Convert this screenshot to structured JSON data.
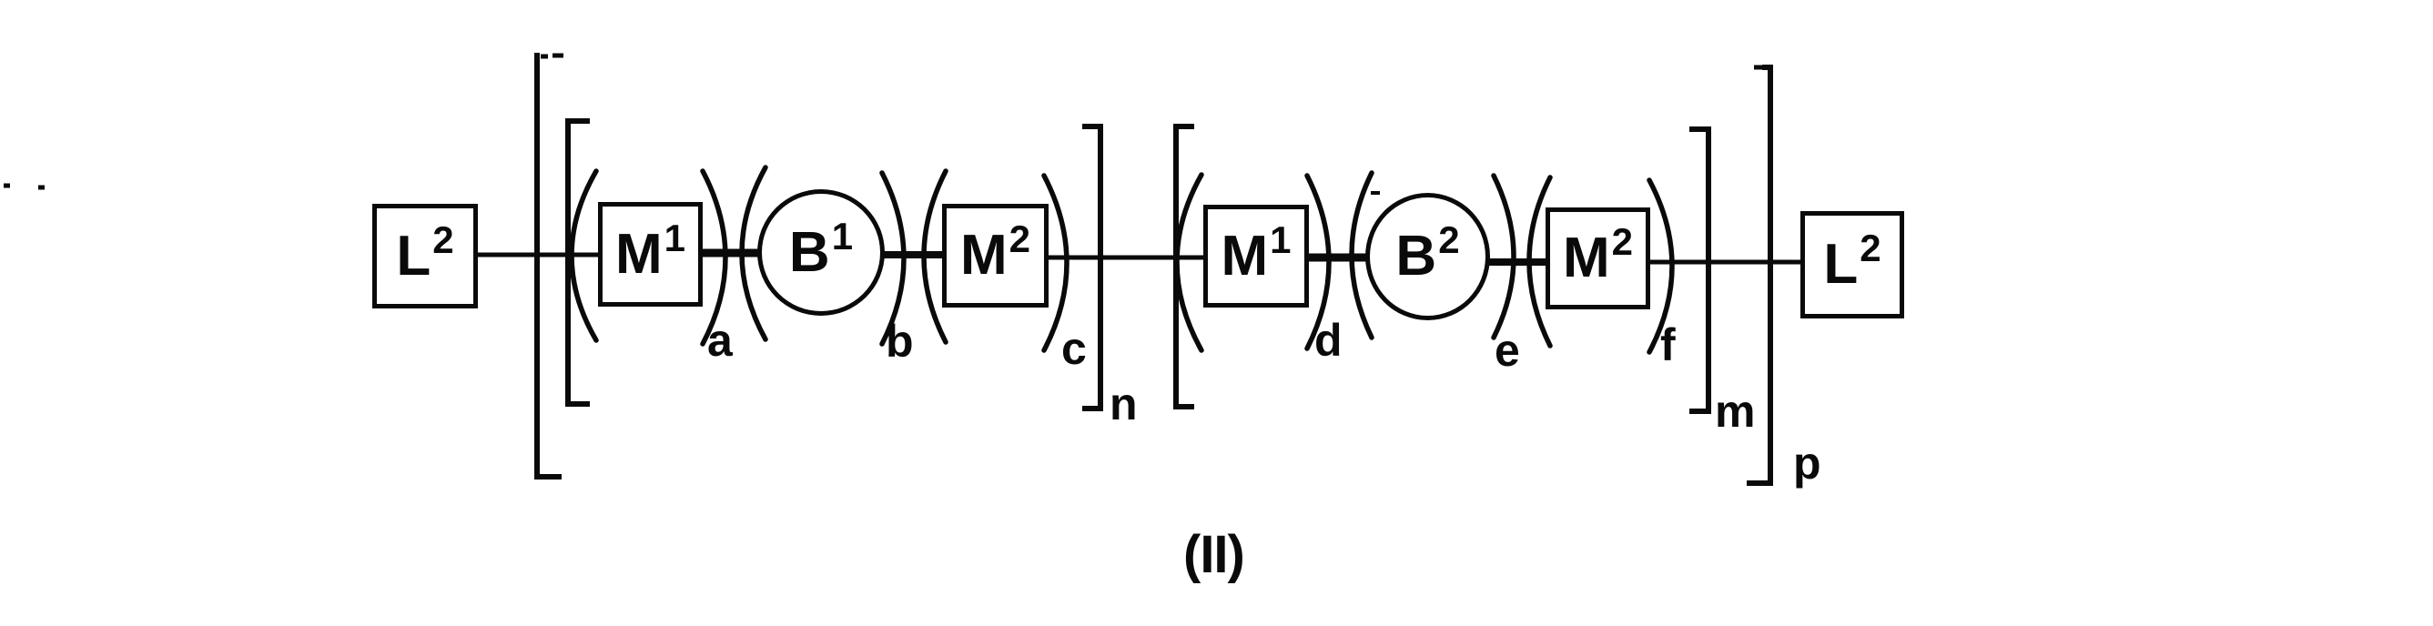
{
  "figure": {
    "label": "(II)",
    "left_terminal": {
      "shape": "box",
      "base": "L",
      "sup": "2"
    },
    "right_terminal": {
      "shape": "box",
      "base": "L",
      "sup": "2"
    },
    "outer_repeat_subscript": "p",
    "groups": [
      {
        "repeat_subscript": "n",
        "units": [
          {
            "shape": "box",
            "base": "M",
            "sup": "1",
            "repeat_subscript": "a"
          },
          {
            "shape": "circle",
            "base": "B",
            "sup": "1",
            "repeat_subscript": "b"
          },
          {
            "shape": "box",
            "base": "M",
            "sup": "2",
            "repeat_subscript": "c"
          }
        ]
      },
      {
        "repeat_subscript": "m",
        "units": [
          {
            "shape": "box",
            "base": "M",
            "sup": "1",
            "repeat_subscript": "d"
          },
          {
            "shape": "circle",
            "base": "B",
            "sup": "2",
            "repeat_subscript": "e"
          },
          {
            "shape": "box",
            "base": "M",
            "sup": "2",
            "repeat_subscript": "f"
          }
        ]
      }
    ]
  }
}
